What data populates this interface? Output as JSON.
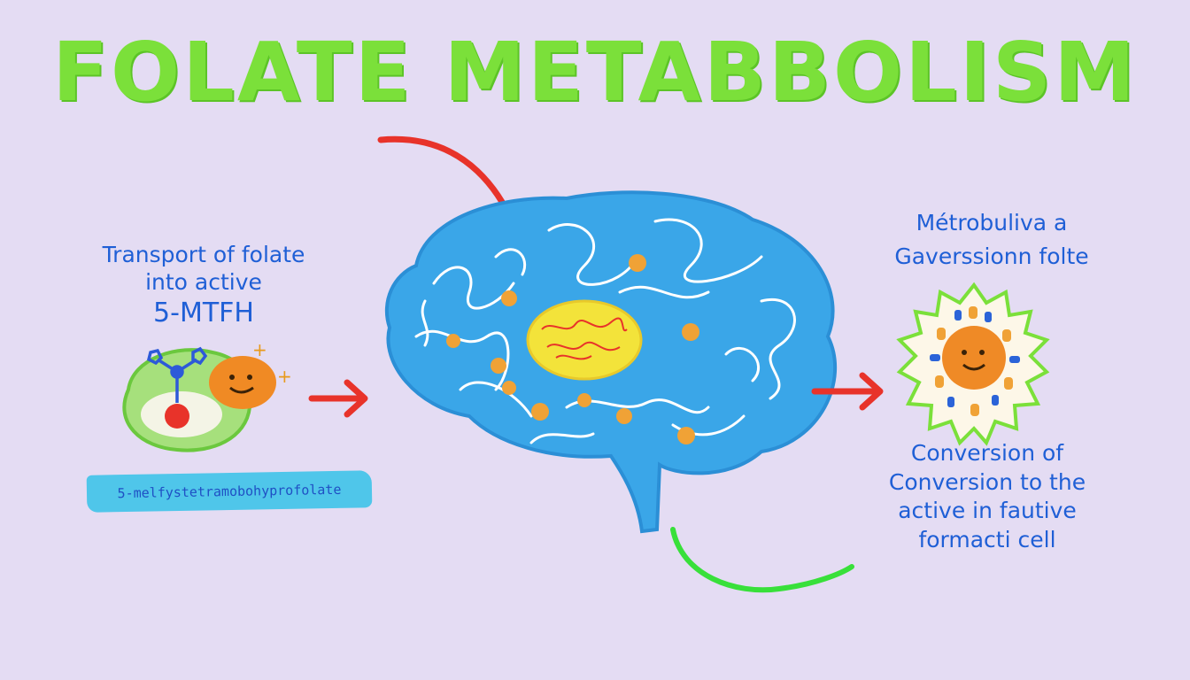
{
  "title": "FOLATE METABBOLISM",
  "left": {
    "caption_line1": "Transport of folate",
    "caption_line2": "into active",
    "caption_line3": "5-MTFH",
    "banner": "5-melfystetramobohyprofolate"
  },
  "right": {
    "heading_line1": "Métrobuliva a",
    "heading_line2": "Gaverssionn folte",
    "caption_line1": "Conversion of",
    "caption_line2": "Conversion to the",
    "caption_line3": "active in fautive",
    "caption_line4": "formacti cell"
  },
  "colors": {
    "background": "#e4dcf3",
    "title": "#7be03a",
    "brain": "#3aa6e8",
    "arrow": "#e8332a",
    "text": "#1f5fd6",
    "stem": "#38e03a"
  },
  "icons": [
    "molecule-icon",
    "cell-icon",
    "smiley-icon",
    "brain-icon",
    "sun-cell-icon",
    "arrow-icon"
  ]
}
